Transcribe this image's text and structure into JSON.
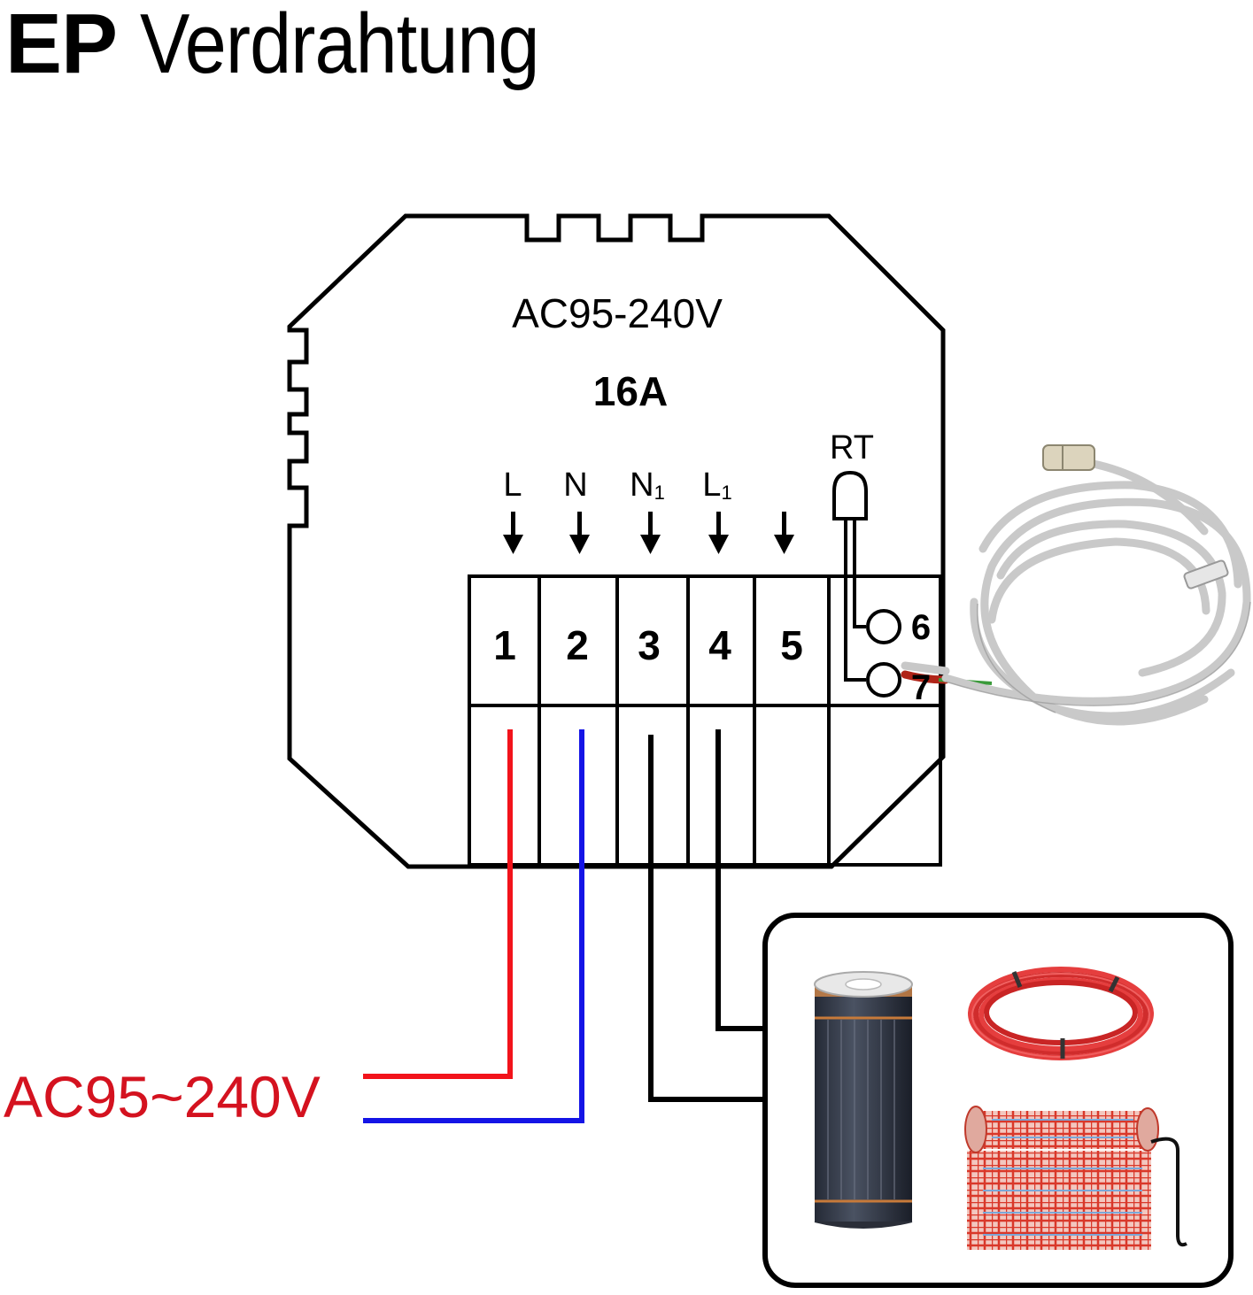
{
  "title": {
    "bold": "EP",
    "rest": "Verdrahtung"
  },
  "device": {
    "voltage": "AC95-240V",
    "current": "16A"
  },
  "terminals": [
    {
      "number": "1",
      "label": "L",
      "sub": ""
    },
    {
      "number": "2",
      "label": "N",
      "sub": ""
    },
    {
      "number": "3",
      "label": "N",
      "sub": "1"
    },
    {
      "number": "4",
      "label": "L",
      "sub": "1"
    },
    {
      "number": "5",
      "label": "",
      "sub": ""
    }
  ],
  "sensor": {
    "label": "RT",
    "terminals": [
      "6",
      "7"
    ]
  },
  "supply": {
    "label": "AC95~240V",
    "color": "#d4121f"
  },
  "wires": {
    "live": "#f2131b",
    "neutral": "#1414e6",
    "load": "#000000"
  }
}
